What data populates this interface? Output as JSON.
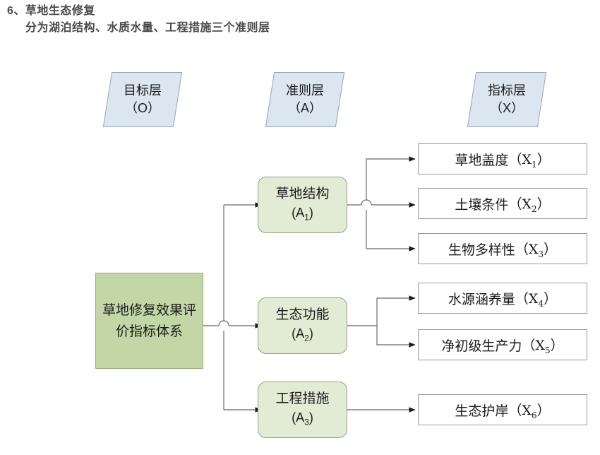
{
  "heading": {
    "line1": "6、草地生态修复",
    "line2": "分为湖泊结构、水质水量、工程措施三个准则层"
  },
  "layer_headers": [
    {
      "title": "目标层",
      "code": "（O）"
    },
    {
      "title": "准则层",
      "code": "（A）"
    },
    {
      "title": "指标层",
      "code": "（X）"
    }
  ],
  "goal": {
    "label": "草地修复效果评价指标体系"
  },
  "criteria": [
    {
      "label": "草地结构",
      "code": "A",
      "index": "1"
    },
    {
      "label": "生态功能",
      "code": "A",
      "index": "2"
    },
    {
      "label": "工程措施",
      "code": "A",
      "index": "3"
    }
  ],
  "indicators": [
    {
      "label": "草地盖度",
      "code": "X",
      "index": "1"
    },
    {
      "label": "土壤条件",
      "code": "X",
      "index": "2"
    },
    {
      "label": "生物多样性",
      "code": "X",
      "index": "3"
    },
    {
      "label": "水源涵养量",
      "code": "X",
      "index": "4"
    },
    {
      "label": "净初级生产力",
      "code": "X",
      "index": "5"
    },
    {
      "label": "生态护岸",
      "code": "X",
      "index": "6"
    }
  ],
  "colors": {
    "header_fill": "#dce6f1",
    "header_stroke": "#95a5b8",
    "goal_fill": "#c3d7a6",
    "goal_stroke": "#96ab7c",
    "criteria_fill": "#e2ebd3",
    "criteria_stroke": "#8fa479",
    "indicator_fill": "#ffffff",
    "indicator_stroke": "#9a9a9a",
    "connector": "#808080",
    "heading_text": "#4a4a4a"
  }
}
